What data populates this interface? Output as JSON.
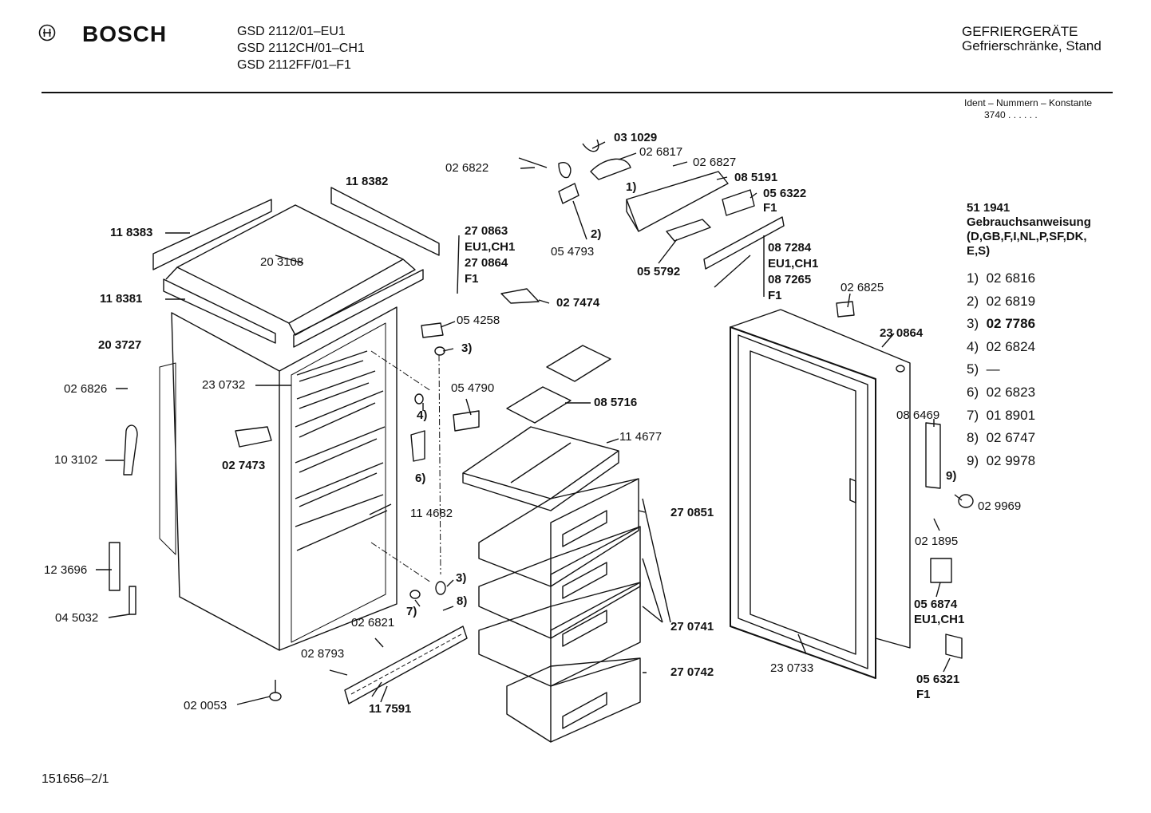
{
  "header": {
    "brand": "BOSCH",
    "models": [
      "GSD 2112/01–EU1",
      "GSD 2112CH/01–CH1",
      "GSD 2112FF/01–F1"
    ],
    "category": "GEFRIERGERÄTE",
    "subcategory": "Gefrierschränke, Stand",
    "ident_label": "Ident – Nummern – Konstante",
    "ident_value": "3740 . . . . . ."
  },
  "manual": {
    "number": "51 1941",
    "title": "Gebrauchsanweisung",
    "languages_1": "(D,GB,F,I,NL,P,SF,DK,",
    "languages_2": "E,S)"
  },
  "footnotes": [
    {
      "key": "1)",
      "value": "02 6816"
    },
    {
      "key": "2)",
      "value": "02 6819"
    },
    {
      "key": "3)",
      "value": "02 7786"
    },
    {
      "key": "4)",
      "value": "02 6824"
    },
    {
      "key": "5)",
      "value": "—"
    },
    {
      "key": "6)",
      "value": "02 6823"
    },
    {
      "key": "7)",
      "value": "01 8901"
    },
    {
      "key": "8)",
      "value": "02 6747"
    },
    {
      "key": "9)",
      "value": "02 9978"
    }
  ],
  "labels": {
    "p031029": "03 1029",
    "p026817": "02 6817",
    "p026822": "02 6822",
    "p026827": "02 6827",
    "p085191": "08 5191",
    "p056322": "05 6322",
    "p056322f": "F1",
    "n1": "1)",
    "n2": "2)",
    "p054793": "05 4793",
    "p055792": "05 5792",
    "p087284": [
      "08 7284",
      "EU1,CH1",
      "08 7265",
      "F1"
    ],
    "p118382": "11 8382",
    "p118383": "11 8383",
    "p203108": "20 3108",
    "p270863": [
      "27 0863",
      "EU1,CH1",
      "27 0864",
      "F1"
    ],
    "p118381": "11 8381",
    "p027474": "02 7474",
    "p054258": "05 4258",
    "n3a": "3)",
    "p203727": "20 3727",
    "p230732": "23 0732",
    "p026826": "02 6826",
    "n4": "4)",
    "p054790": "05 4790",
    "p085716": "08 5716",
    "p026825": "02 6825",
    "p230864": "23 0864",
    "p086469": "08 6469",
    "p103102": "10 3102",
    "p027473": "02 7473",
    "n6": "6)",
    "p114677": "11 4677",
    "p270851": "27 0851",
    "n9": "9)",
    "p029969": "02 9969",
    "p114682": "11 4682",
    "p021895": "02 1895",
    "p123696": "12 3696",
    "n3b": "3)",
    "n8": "8)",
    "n7": "7)",
    "p045032": "04 5032",
    "p026821": "02 6821",
    "p270741": "27 0741",
    "p056874": [
      "05 6874",
      "EU1,CH1"
    ],
    "p028793": "02 8793",
    "p270742": "27 0742",
    "p230733": "23 0733",
    "p056321": [
      "05 6321",
      "F1"
    ],
    "p020053": "02 0053",
    "p117591": "11 7591"
  },
  "footer": {
    "doc_number": "151656–2/1"
  }
}
